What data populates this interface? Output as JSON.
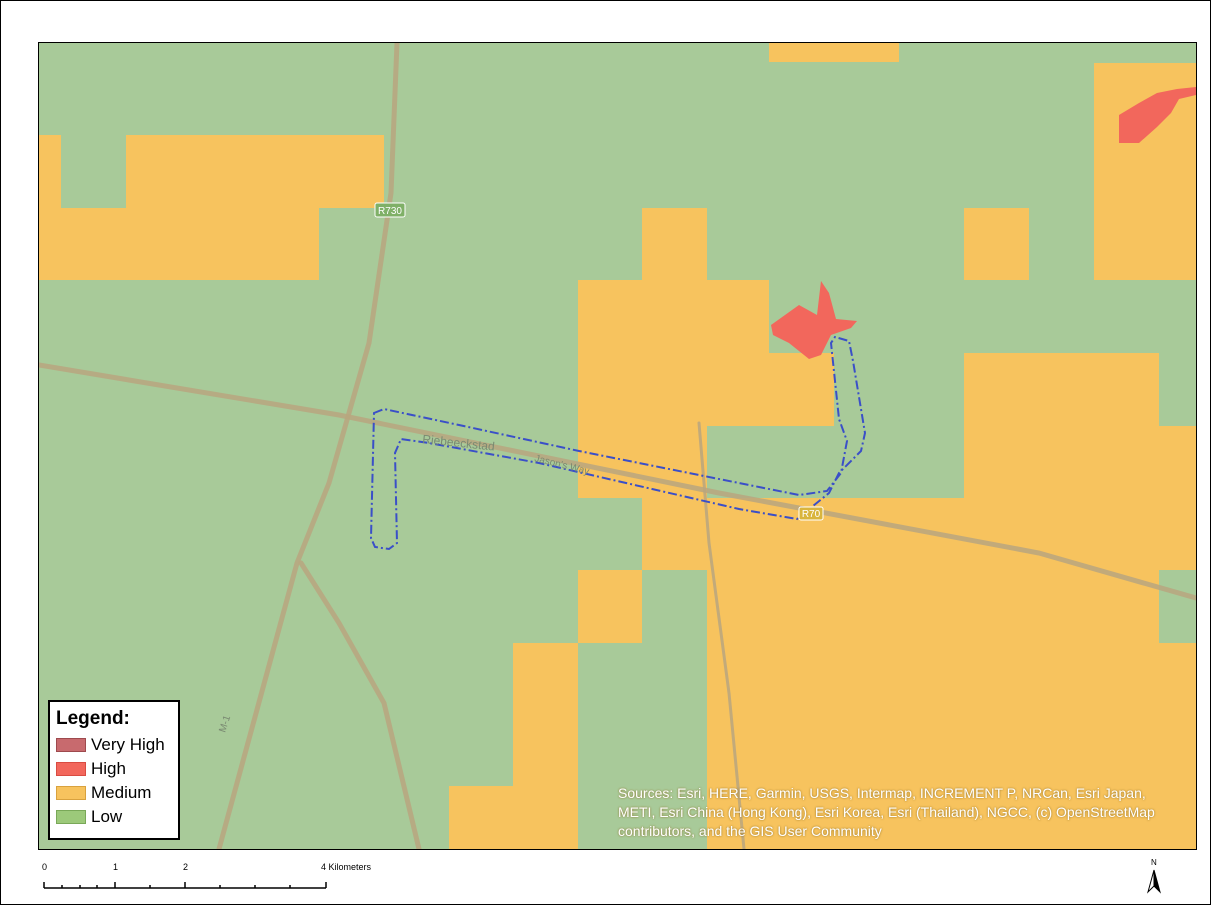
{
  "legend": {
    "title": "Legend:",
    "items": [
      {
        "label": "Very High",
        "color": "#c86a6e"
      },
      {
        "label": "High",
        "color": "#f2675c"
      },
      {
        "label": "Medium",
        "color": "#f7c35e"
      },
      {
        "label": "Low",
        "color": "#9cc97a"
      }
    ]
  },
  "map_colors": {
    "low": "#a8ca99",
    "medium": "#f7c35e",
    "high": "#f2675c",
    "road": "#b9a67f",
    "route": "#3a4fc8"
  },
  "labels": {
    "place": "Riebeeckstad",
    "road": "Jason's Way",
    "r730": "R730",
    "r70": "R70",
    "m1": "M-1"
  },
  "attribution": "Sources: Esri, HERE, Garmin, USGS, Intermap, INCREMENT P, NRCan, Esri Japan, METI, Esri China (Hong Kong), Esri Korea, Esri (Thailand), NGCC, (c) OpenStreetMap contributors, and the GIS User Community",
  "scale": {
    "ticks": [
      "0",
      "1",
      "2",
      "4 Kilometers"
    ]
  },
  "north_label": "N"
}
